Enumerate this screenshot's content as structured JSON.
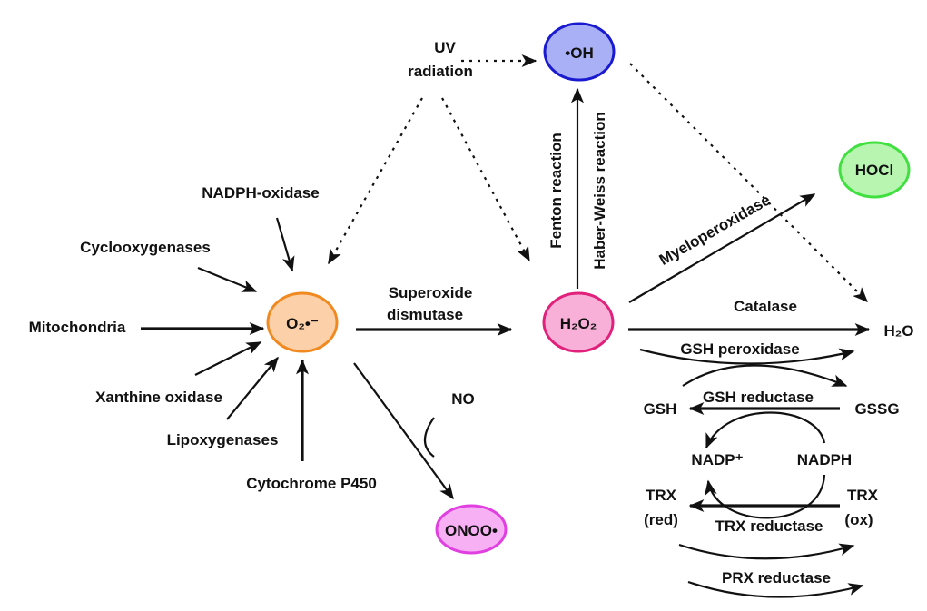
{
  "species": {
    "hydroxyl": {
      "label": "•OH",
      "fill": "#aab0f5",
      "stroke": "#1a1ad0"
    },
    "hypochlorous": {
      "label": "HOCl",
      "fill": "#b8f5b0",
      "stroke": "#40e040"
    },
    "superoxide": {
      "label": "O₂•⁻",
      "fill": "#fcd0a8",
      "stroke": "#f08a20"
    },
    "peroxide": {
      "label": "H₂O₂",
      "fill": "#f8b0d8",
      "stroke": "#e0207a"
    },
    "peroxynitrite": {
      "label": "ONOO•",
      "fill": "#f8b0f5",
      "stroke": "#e040e0"
    }
  },
  "uv": {
    "line1": "UV",
    "line2": "radiation"
  },
  "sources": [
    "NADPH-oxidase",
    "Cyclooxygenases",
    "Mitochondria",
    "Xanthine oxidase",
    "Lipoxygenases",
    "Cytochrome P450"
  ],
  "reactions": {
    "sod1": "Superoxide",
    "sod2": "dismutase",
    "fenton": "Fenton reaction",
    "haber": "Haber-Weiss reaction",
    "mpo": "Myeloperoxidase",
    "catalase": "Catalase",
    "gpx": "GSH peroxidase",
    "gr": "GSH reductase",
    "trxr": "TRX reductase",
    "prx": "PRX reductase"
  },
  "molecules": {
    "water": "H₂O",
    "no": "NO",
    "gsh": "GSH",
    "gssg": "GSSG",
    "nadp": "NADP⁺",
    "nadph": "NADPH",
    "trx_red1": "TRX",
    "trx_red2": "(red)",
    "trx_ox1": "TRX",
    "trx_ox2": "(ox)"
  }
}
